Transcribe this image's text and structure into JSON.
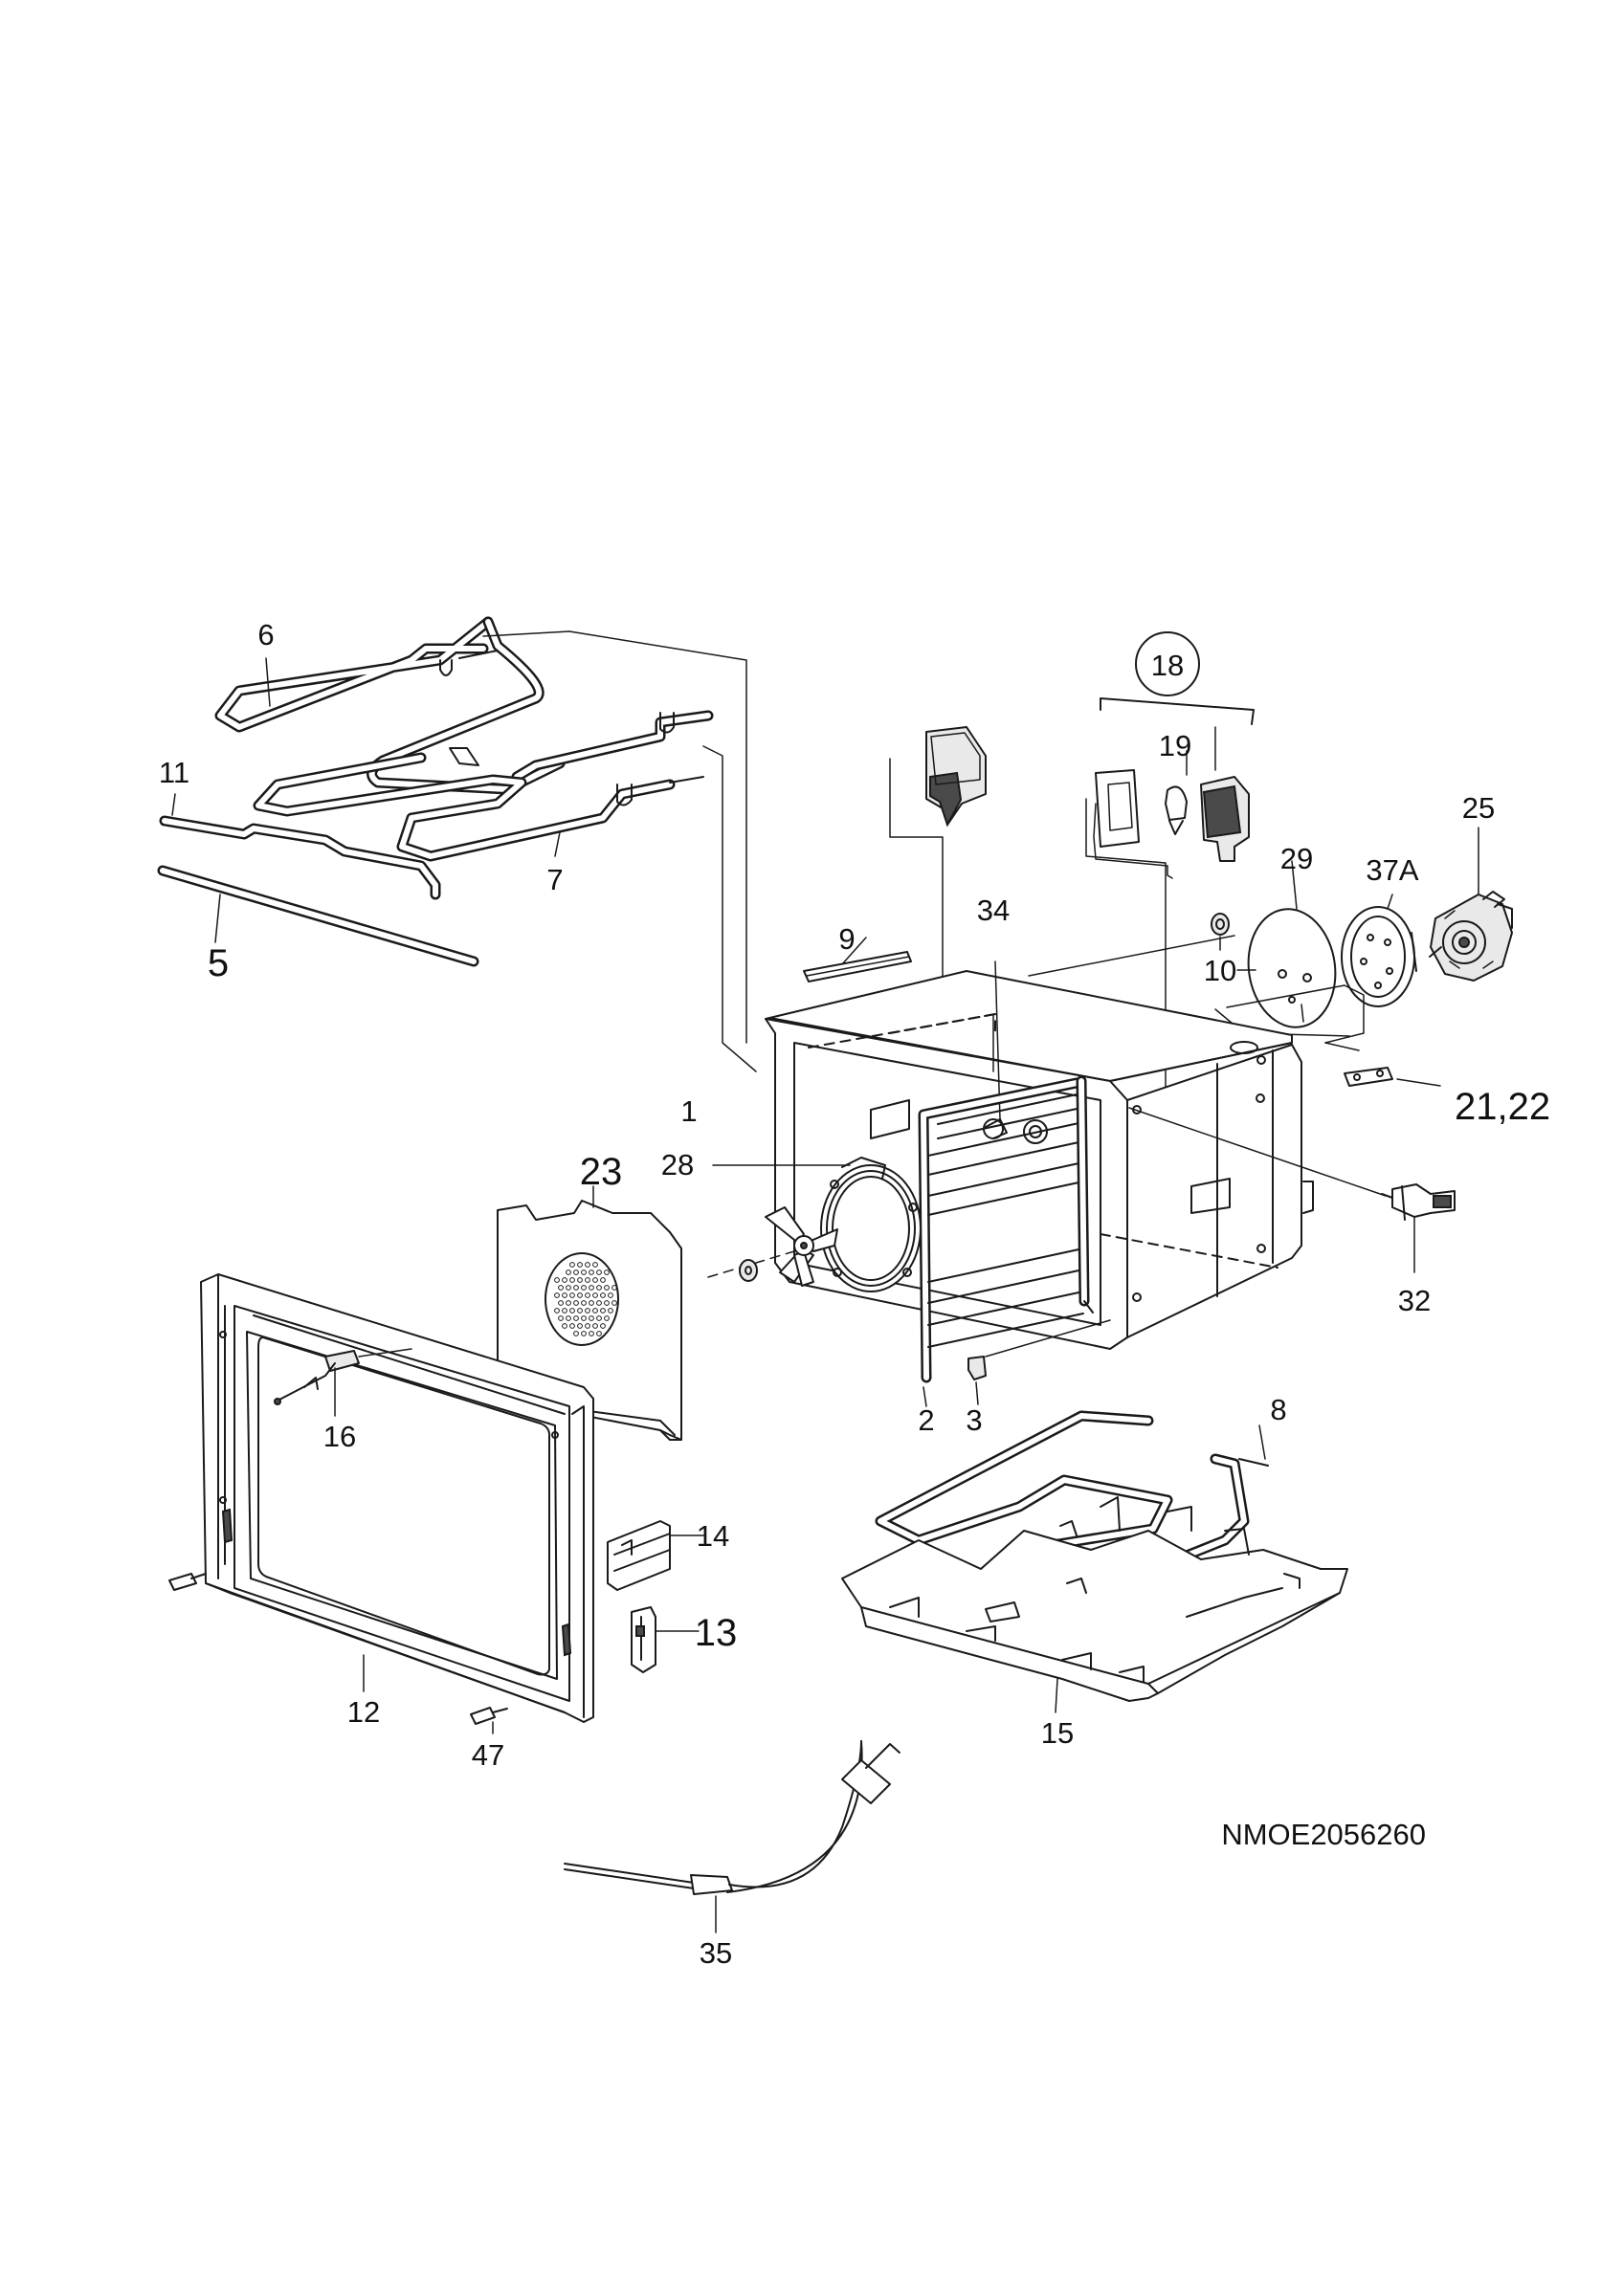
{
  "diagram": {
    "drawing_code": "NMOE2056260",
    "callouts": {
      "c1": "1",
      "c2": "2",
      "c3": "3",
      "c5": "5",
      "c6": "6",
      "c7": "7",
      "c8": "8",
      "c9": "9",
      "c10": "10",
      "c11": "11",
      "c12": "12",
      "c13": "13",
      "c14": "14",
      "c15": "15",
      "c16": "16",
      "c18": "18",
      "c19": "19",
      "c21_22": "21,22",
      "c23": "23",
      "c25": "25",
      "c28": "28",
      "c29": "29",
      "c32": "32",
      "c34": "34",
      "c35": "35",
      "c37a": "37A",
      "c47": "47"
    }
  }
}
